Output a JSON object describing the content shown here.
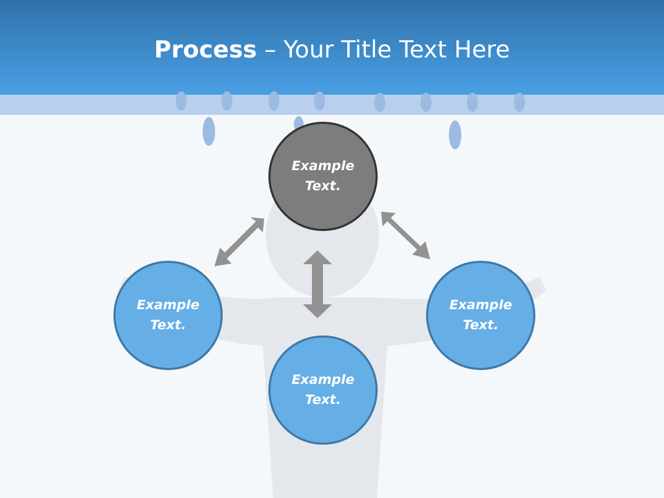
{
  "title": {
    "bold": "Process",
    "rest": " – Your Title Text Here"
  },
  "circles": [
    {
      "label": "Example\nText."
    },
    {
      "label": "Example\nText."
    },
    {
      "label": "Example\nText."
    },
    {
      "label": "Example\nText."
    }
  ]
}
